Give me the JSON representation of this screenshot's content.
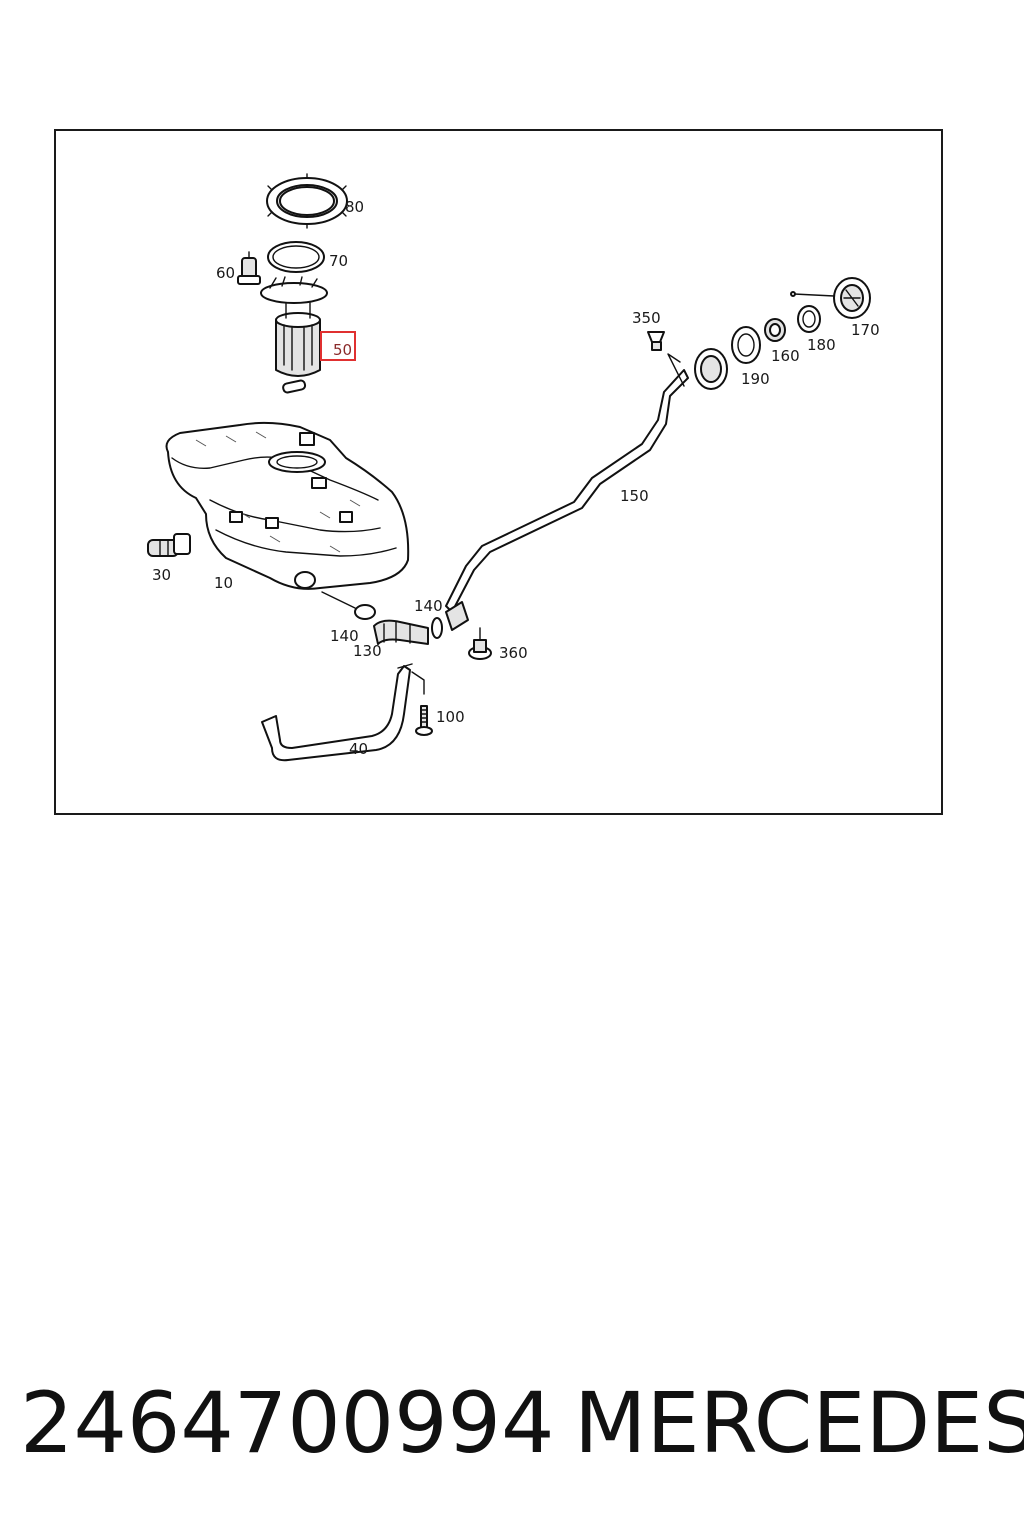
{
  "diagram": {
    "callouts": {
      "p80": "80",
      "p70": "70",
      "p60": "60",
      "p50": "50",
      "p350": "350",
      "p170": "170",
      "p180": "180",
      "p160": "160",
      "p190": "190",
      "p150": "150",
      "p30": "30",
      "p10": "10",
      "p140a": "140",
      "p140b": "140",
      "p130": "130",
      "p360": "360",
      "p100": "100",
      "p40": "40"
    },
    "highlight_color": "#e03030"
  },
  "footer": {
    "part_number": "2464700994",
    "brand": "MERCEDES"
  }
}
